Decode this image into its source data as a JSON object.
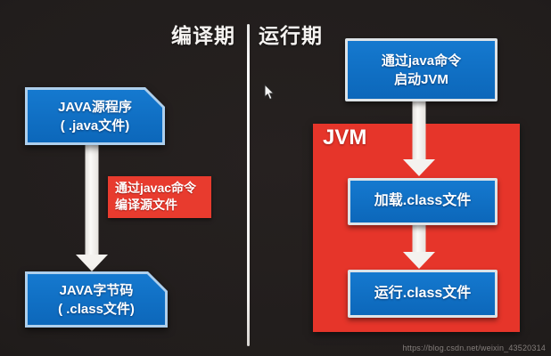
{
  "headers": {
    "compile_phase": "编译期",
    "runtime_phase": "运行期"
  },
  "compile_side": {
    "source_box": {
      "line1": "JAVA源程序",
      "line2": "( .java文件)"
    },
    "compile_step_label": {
      "line1": "通过javac命令",
      "line2": "编译源文件"
    },
    "bytecode_box": {
      "line1": "JAVA字节码",
      "line2": "( .class文件)"
    }
  },
  "runtime_side": {
    "start_box": {
      "line1": "通过java命令",
      "line2": "启动JVM"
    },
    "jvm_container_label": "JVM",
    "load_box": {
      "label": "加载.class文件"
    },
    "run_box": {
      "label": "运行.class文件"
    }
  },
  "footer": {
    "watermark": "https://blog.csdn.net/weixin_43520314"
  },
  "colors": {
    "background": "#211d1c",
    "box_blue": "#0d6fc2",
    "box_border_light": "#aecfec",
    "accent_red": "#e6352a",
    "arrow_white": "#f4f2ef",
    "divider_white": "#f2f1ef",
    "text_white": "#ffffff",
    "watermark_gray": "#847e7b"
  }
}
